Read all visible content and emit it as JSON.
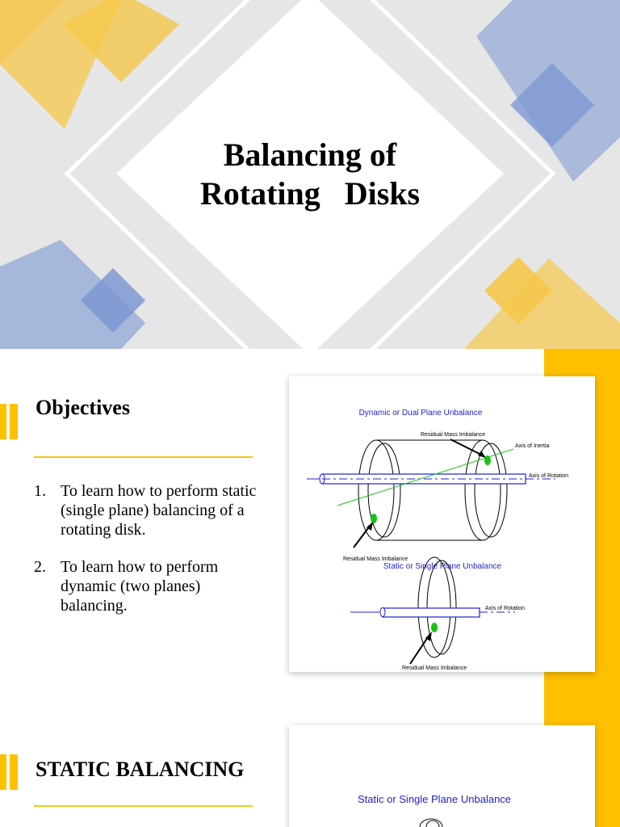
{
  "slide_title": {
    "line1": "Balancing of",
    "line2": "Rotating   Disks"
  },
  "objectives_slide": {
    "heading": "Objectives",
    "items": [
      {
        "number": "1.",
        "text": "To learn how to perform static (single plane) balancing of a rotating disk."
      },
      {
        "number": "2.",
        "text": "To learn how to perform dynamic (two planes) balancing."
      }
    ],
    "figure": {
      "dynamic_title": "Dynamic or Dual Plane Unbalance",
      "residual_top": "Residual Mass Imbalance",
      "axis_inertia": "Axis of Inertia",
      "axis_rotation": "Axis of Rotation",
      "residual_bottom": "Residual Mass Imbalance",
      "static_title": "Static or Single Plane Unbalance",
      "static_axis_rotation": "Axis of Rotation",
      "static_residual": "Residual Mass Imbalance"
    }
  },
  "static_slide": {
    "heading": "STATIC BALANCING",
    "figure_title": "Static or Single Plane Unbalance"
  },
  "colors": {
    "yellow": "#f5c84b",
    "blue": "#8fa7d6",
    "accent_bar": "#ffc000",
    "diagram_blue": "#1f1fd0",
    "diagram_green": "#19c219"
  }
}
